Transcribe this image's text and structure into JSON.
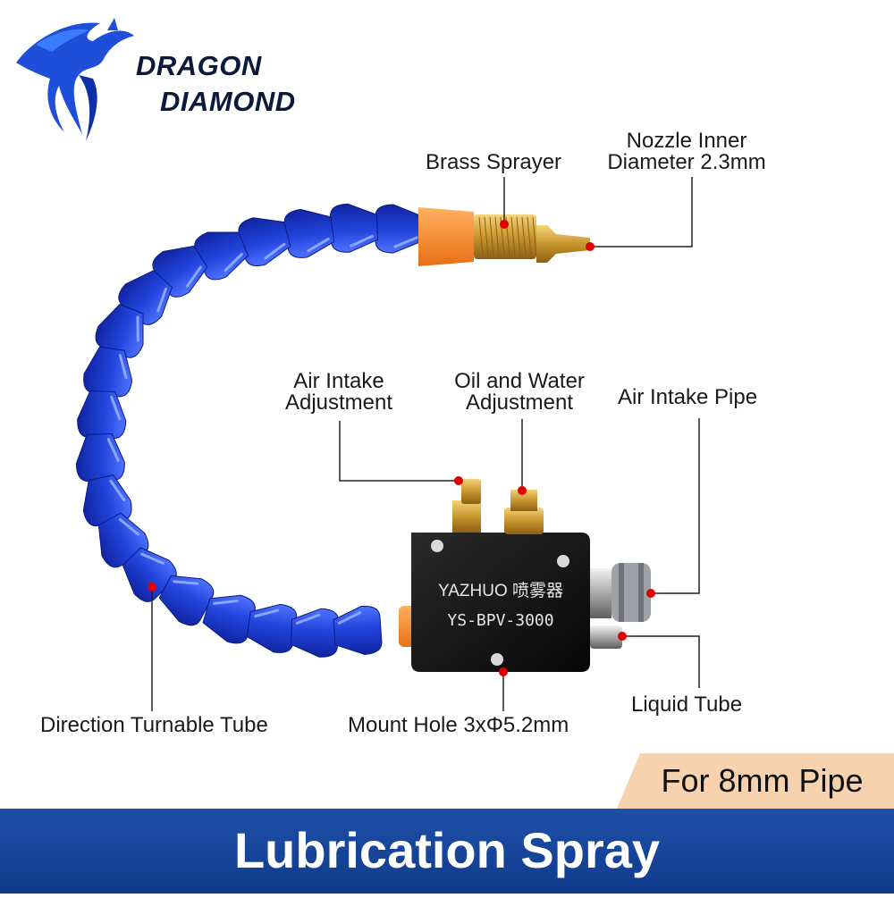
{
  "brand": {
    "line1": "DRAGON",
    "line2": "DIAMOND",
    "logo_icon": "dragon-logo",
    "logo_color": "#1f4fd8"
  },
  "block": {
    "maker_text": "YAZHUO 喷雾器",
    "model_text": "YS-BPV-3000",
    "body_color": "#111111"
  },
  "callouts": {
    "brass_sprayer": "Brass Sprayer",
    "nozzle_line1": "Nozzle Inner",
    "nozzle_line2": "Diameter 2.3mm",
    "air_intake_adj_line1": "Air Intake",
    "air_intake_adj_line2": "Adjustment",
    "oil_water_line1": "Oil and Water",
    "oil_water_line2": "Adjustment",
    "air_intake_pipe": "Air Intake Pipe",
    "liquid_tube": "Liquid Tube",
    "direction_tube": "Direction Turnable Tube",
    "mount_hole": "Mount Hole 3xΦ5.2mm",
    "dot_color": "#e00000"
  },
  "tag": {
    "text": "For 8mm Pipe",
    "color": "#f6d2ae"
  },
  "banner": {
    "text": "Lubrication Spray",
    "color": "#1a4aa0"
  },
  "colors": {
    "tube_blue": "#1d3fd6",
    "coupler_orange": "#f5852b",
    "brass": "#d6a840"
  }
}
